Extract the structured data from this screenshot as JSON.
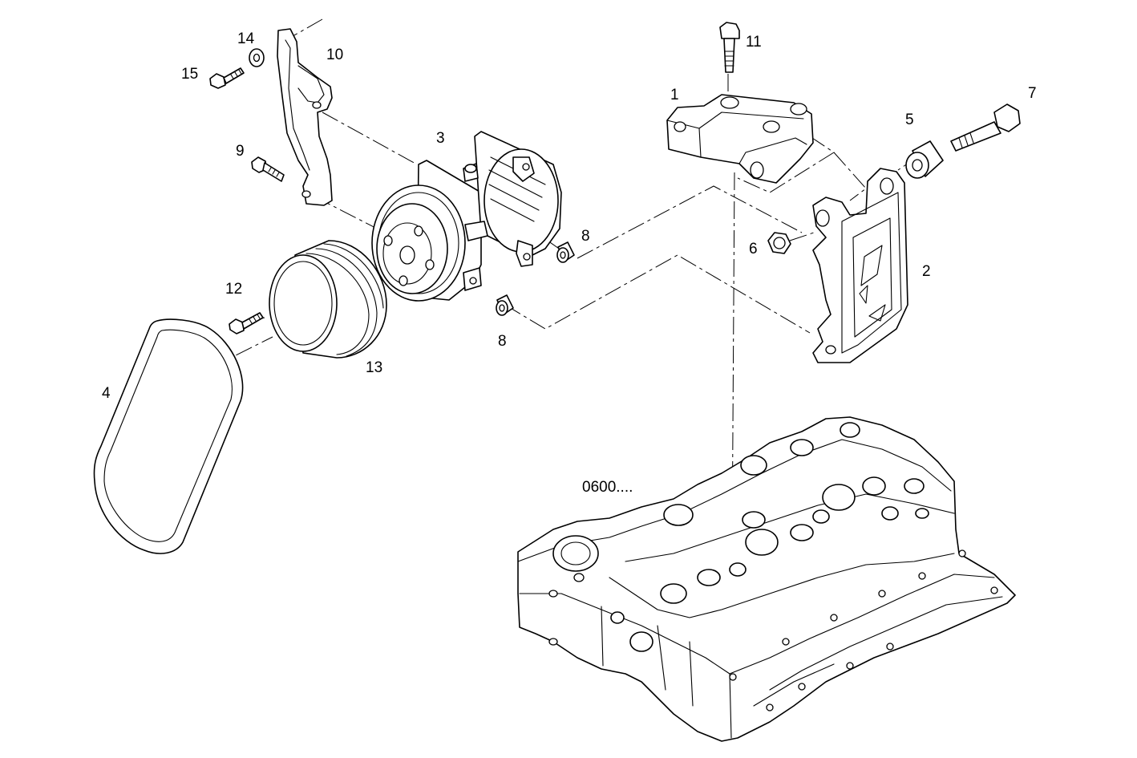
{
  "diagram": {
    "reference_label": "0600....",
    "callouts": [
      {
        "id": "c1",
        "label": "1"
      },
      {
        "id": "c2",
        "label": "2"
      },
      {
        "id": "c3",
        "label": "3"
      },
      {
        "id": "c4",
        "label": "4"
      },
      {
        "id": "c5",
        "label": "5"
      },
      {
        "id": "c6",
        "label": "6"
      },
      {
        "id": "c7",
        "label": "7"
      },
      {
        "id": "c8a",
        "label": "8"
      },
      {
        "id": "c8b",
        "label": "8"
      },
      {
        "id": "c9",
        "label": "9"
      },
      {
        "id": "c10",
        "label": "10"
      },
      {
        "id": "c11",
        "label": "11"
      },
      {
        "id": "c12",
        "label": "12"
      },
      {
        "id": "c13",
        "label": "13"
      },
      {
        "id": "c14",
        "label": "14"
      },
      {
        "id": "c15",
        "label": "15"
      }
    ],
    "colors": {
      "line": "#000000",
      "background": "#ffffff"
    }
  }
}
